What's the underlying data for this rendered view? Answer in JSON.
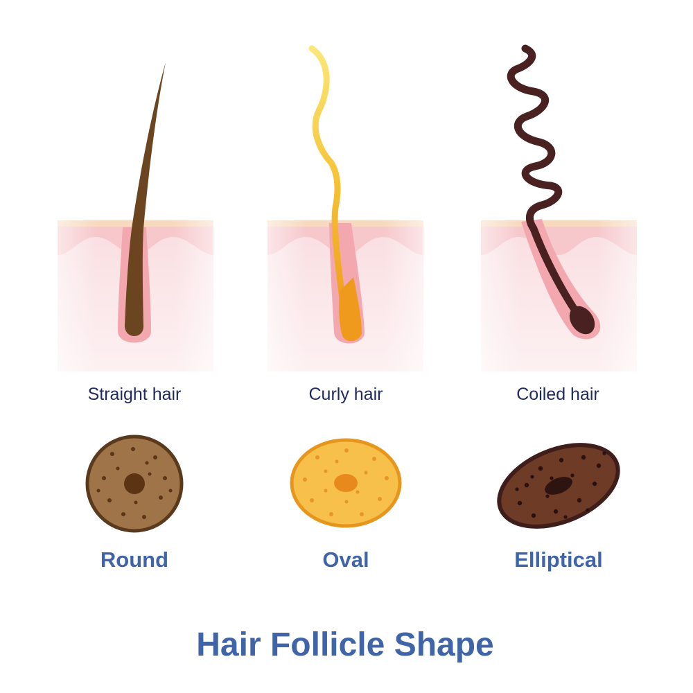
{
  "title": "Hair Follicle Shape",
  "colors": {
    "label_blue": "#3f65a8",
    "caption_navy": "#1f2a5e",
    "skin_pink": "#f6c8cc",
    "skin_light": "#fdeef0",
    "skin_surface": "#f7d9c0",
    "follicle_sheath": "#f2a8ae"
  },
  "panels": [
    {
      "hair_type": "Straight hair",
      "cross_section": "Round",
      "hair_color": "#6b4420",
      "section_fill": "#a07449",
      "section_rim": "#5a3a1c",
      "section_center": "#5c3413",
      "dot_color": "#5a3518"
    },
    {
      "hair_type": "Curly hair",
      "cross_section": "Oval",
      "hair_color": "#f2b62a",
      "section_fill": "#f6c04a",
      "section_rim": "#e7961d",
      "section_center": "#e8891e",
      "dot_color": "#e79526"
    },
    {
      "hair_type": "Coiled hair",
      "cross_section": "Elliptical",
      "hair_color": "#4a2121",
      "section_fill": "#6e3b27",
      "section_rim": "#3e1d1b",
      "section_center": "#2d1410",
      "dot_color": "#2a110f"
    }
  ]
}
